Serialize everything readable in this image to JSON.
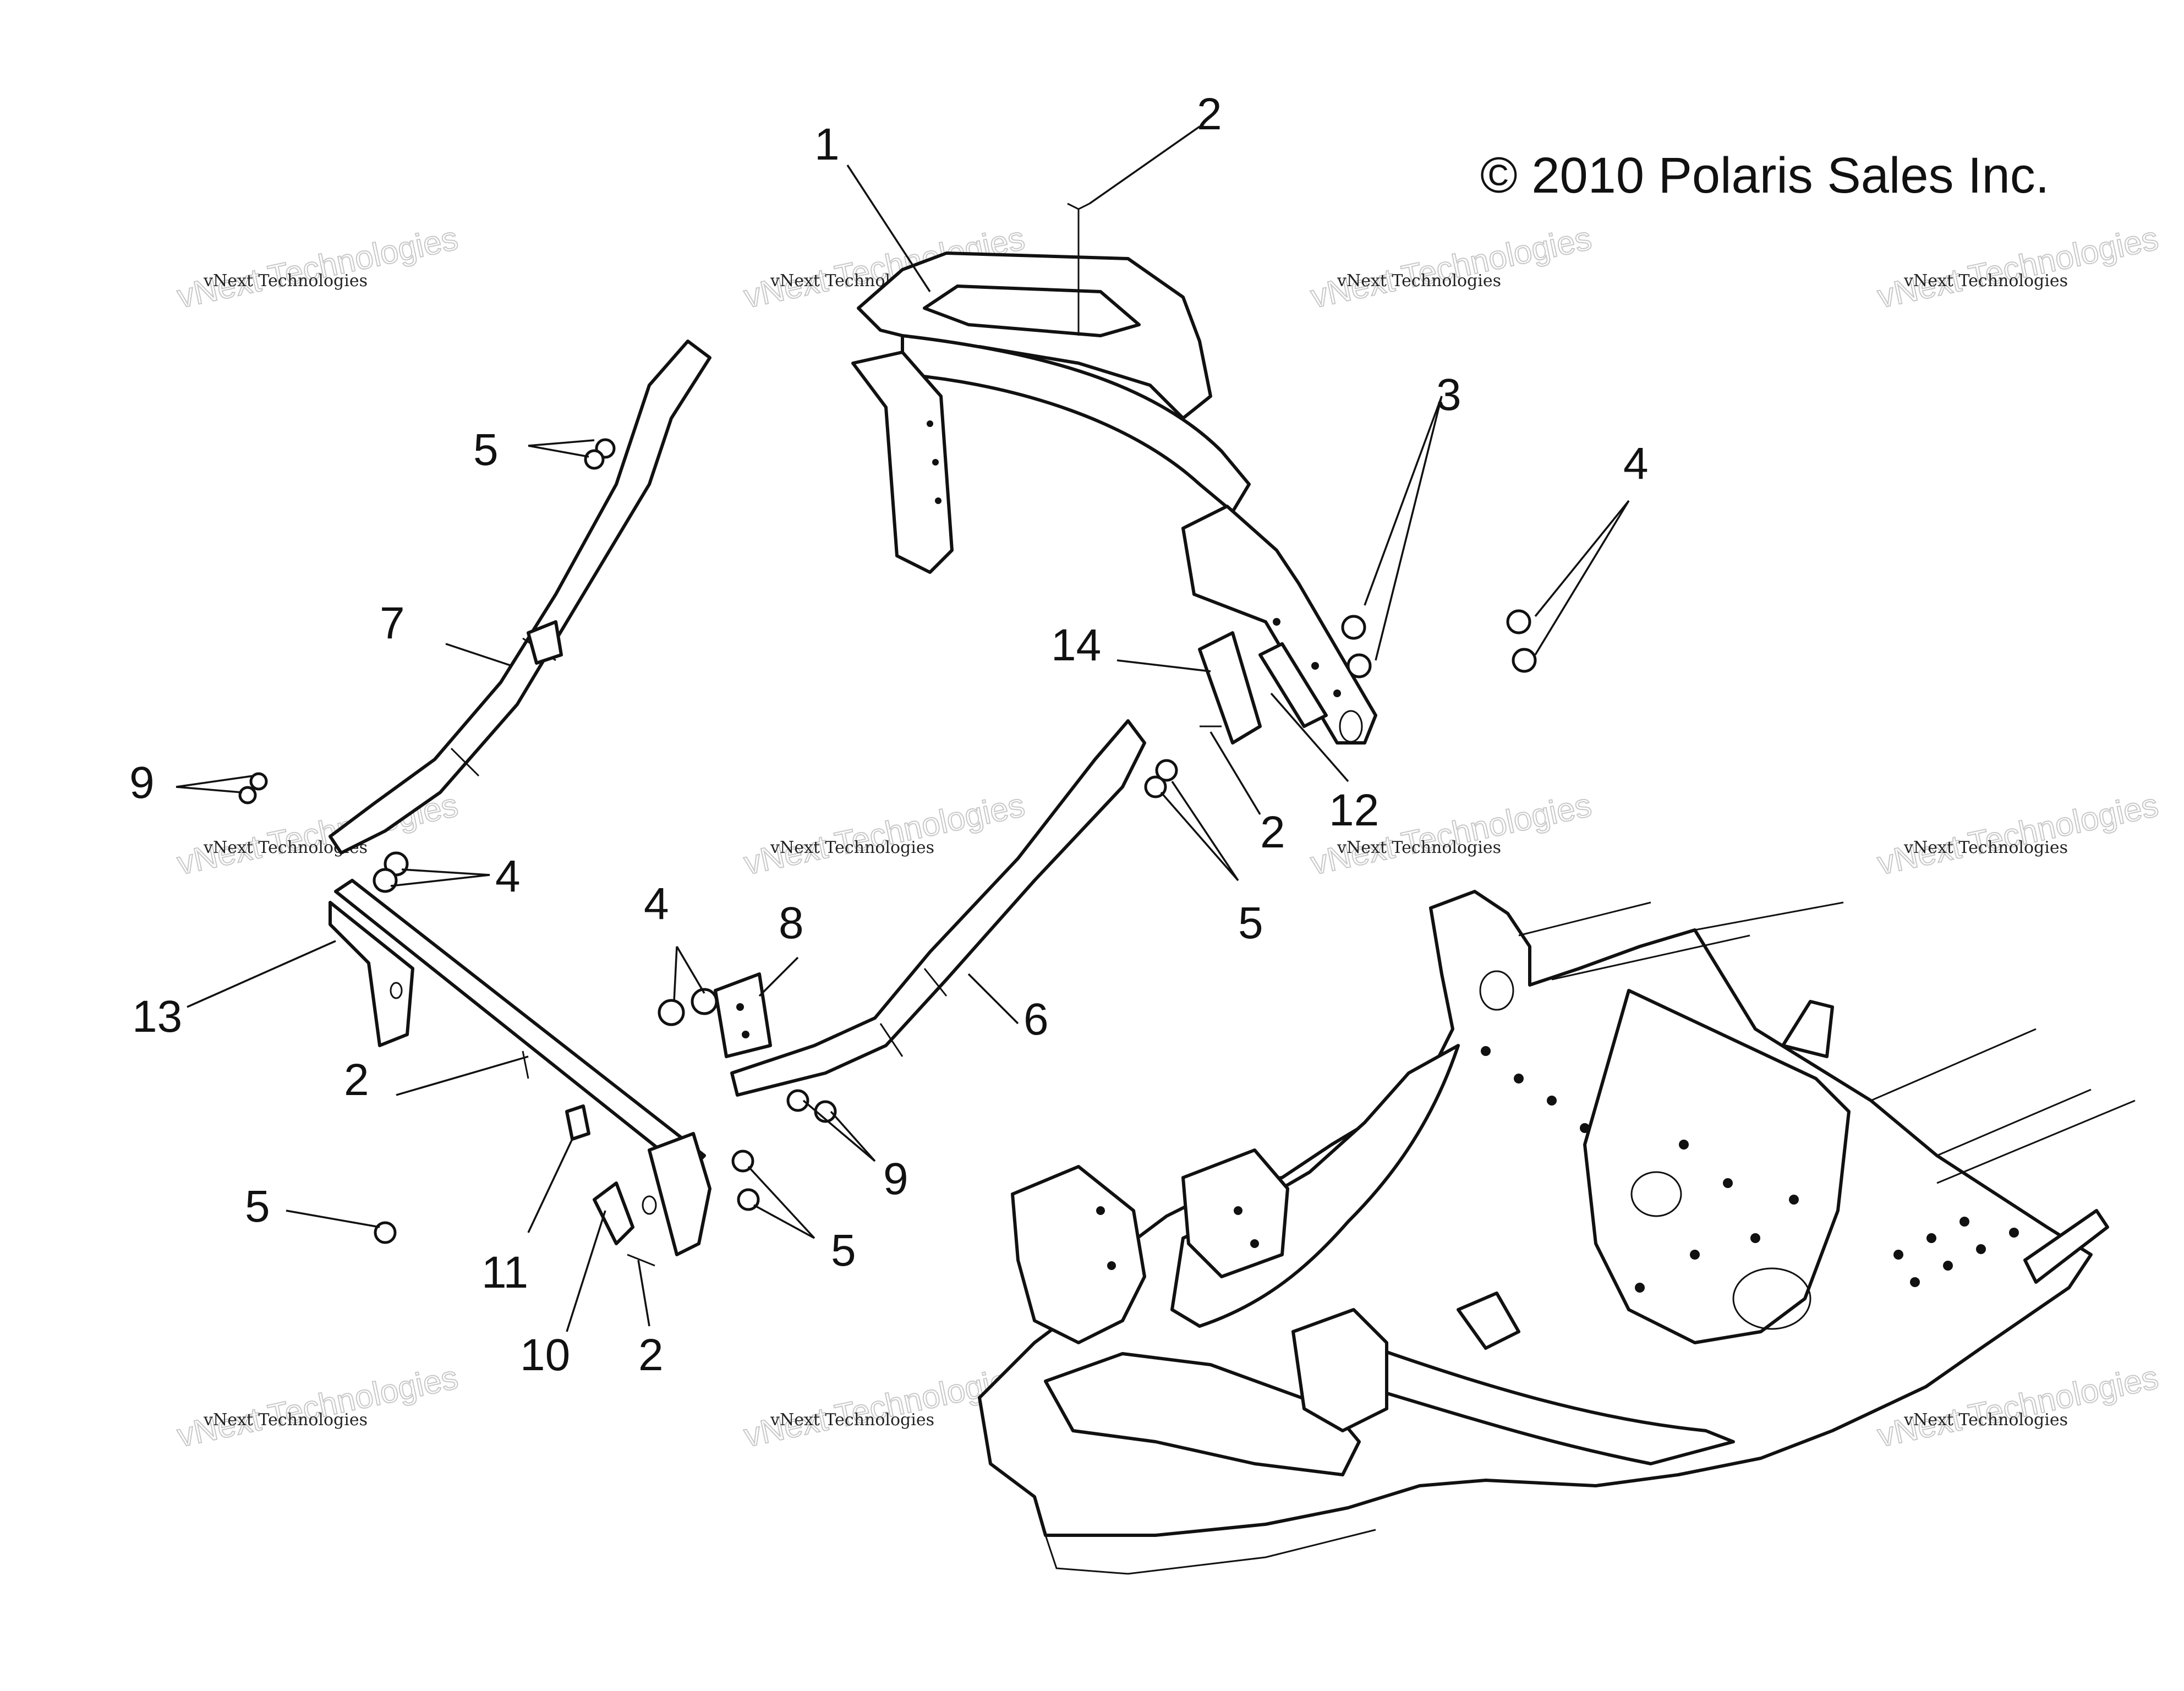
{
  "copyright": "© 2010 Polaris Sales Inc.",
  "watermark": {
    "line1": "vNext Technologies",
    "line2": "vNext Technologies"
  },
  "callouts": [
    "1",
    "2",
    "2",
    "2",
    "2",
    "3",
    "4",
    "4",
    "4",
    "5",
    "5",
    "5",
    "5",
    "6",
    "7",
    "8",
    "9",
    "9",
    "10",
    "11",
    "12",
    "13",
    "14"
  ],
  "colors": {
    "line": "#111111",
    "background": "#ffffff",
    "watermark": "#c8c8c8"
  }
}
